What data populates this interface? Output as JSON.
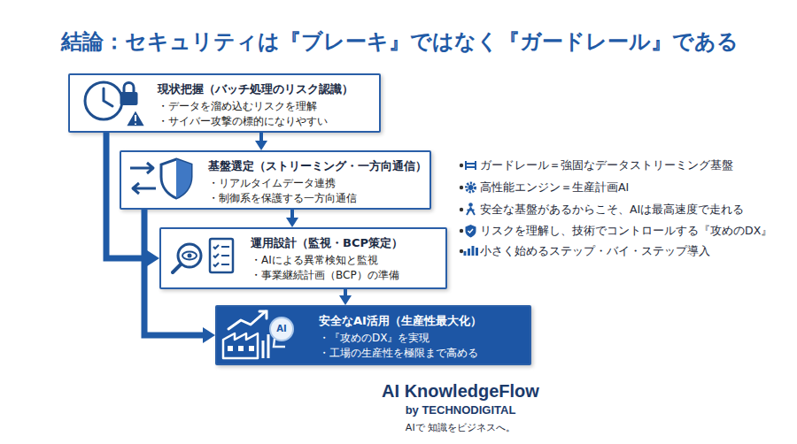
{
  "diagram": {
    "title": "結論：セキュリティは『ブレーキ』ではなく『ガードレール』である",
    "nodes": [
      {
        "text": [
          "現状把握（バッチ処理のリスク認識）",
          "・データを溜め込むリスクを理解",
          "・サイバー攻撃の標的になりやすい"
        ]
      },
      {
        "text": [
          "基盤選定（ストリーミング・一方向通信）",
          "・リアルタイムデータ連携",
          "・制御系を保護する一方向通信"
        ]
      },
      {
        "text": [
          "運用設計（監視・BCP策定）",
          "・AIによる異常検知と監視",
          "・事業継続計画（BCP）の準備"
        ]
      },
      {
        "text": [
          "安全なAI活用（生産性最大化）",
          "・『攻めのDX』を実現",
          "・工場の生産性を極限まで高める"
        ]
      }
    ],
    "edges": [
      {
        "from": 0,
        "to": 1,
        "arrow": "to"
      },
      {
        "from": 1,
        "to": 2,
        "arrow": "to"
      },
      {
        "from": 2,
        "to": 3,
        "arrow": "to"
      },
      {
        "from": 0,
        "to": 2,
        "arrow": "to"
      },
      {
        "from": 1,
        "to": 3,
        "arrow": "to"
      }
    ],
    "labels": [
      "ガードレール＝強固なデータストリーミング基盤",
      "高性能エンジン＝生産計画AI",
      "安全な基盤があるからこそ、AIは最高速度で走れる",
      "リスクを理解し、技術でコントロールする『攻めのDX』",
      "小さく始めるステップ・バイ・ステップ導入",
      "AI",
      "AI KnowledgeFlow",
      "by TECHNODIGITAL",
      "AIで 知識をビジネスへ。"
    ]
  }
}
